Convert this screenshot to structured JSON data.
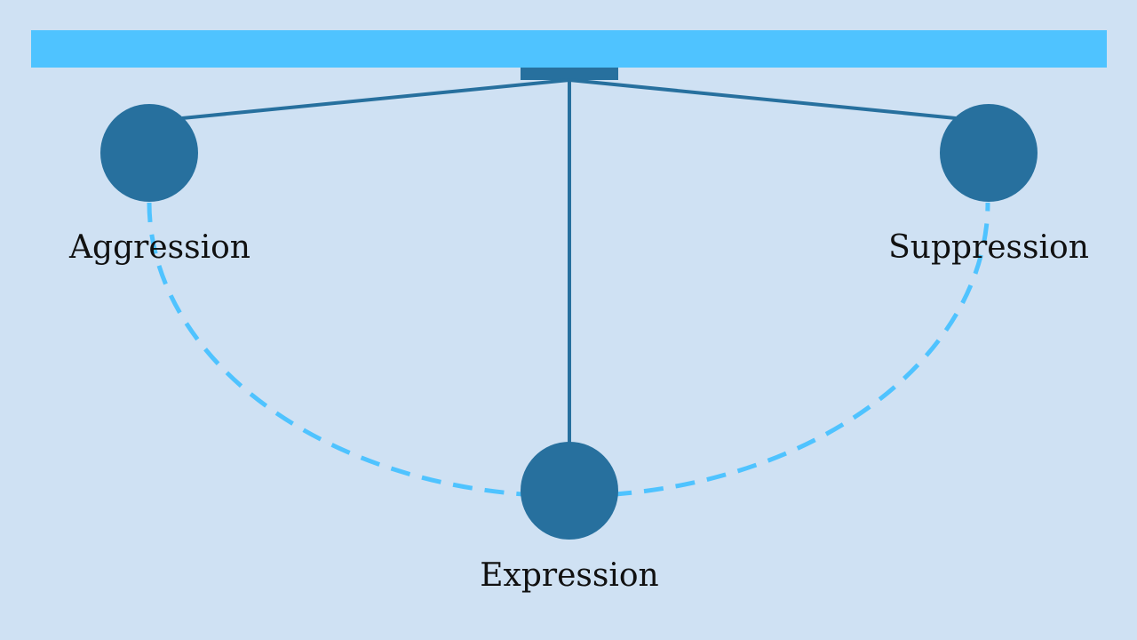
{
  "colors": {
    "background": "#cfe1f3",
    "beam": "#4fc3ff",
    "bob": "#27709e",
    "string": "#27709e",
    "arc": "#4fc3ff",
    "label": "#111111"
  },
  "labels": {
    "left": "Aggression",
    "center": "Expression",
    "right": "Suppression"
  }
}
